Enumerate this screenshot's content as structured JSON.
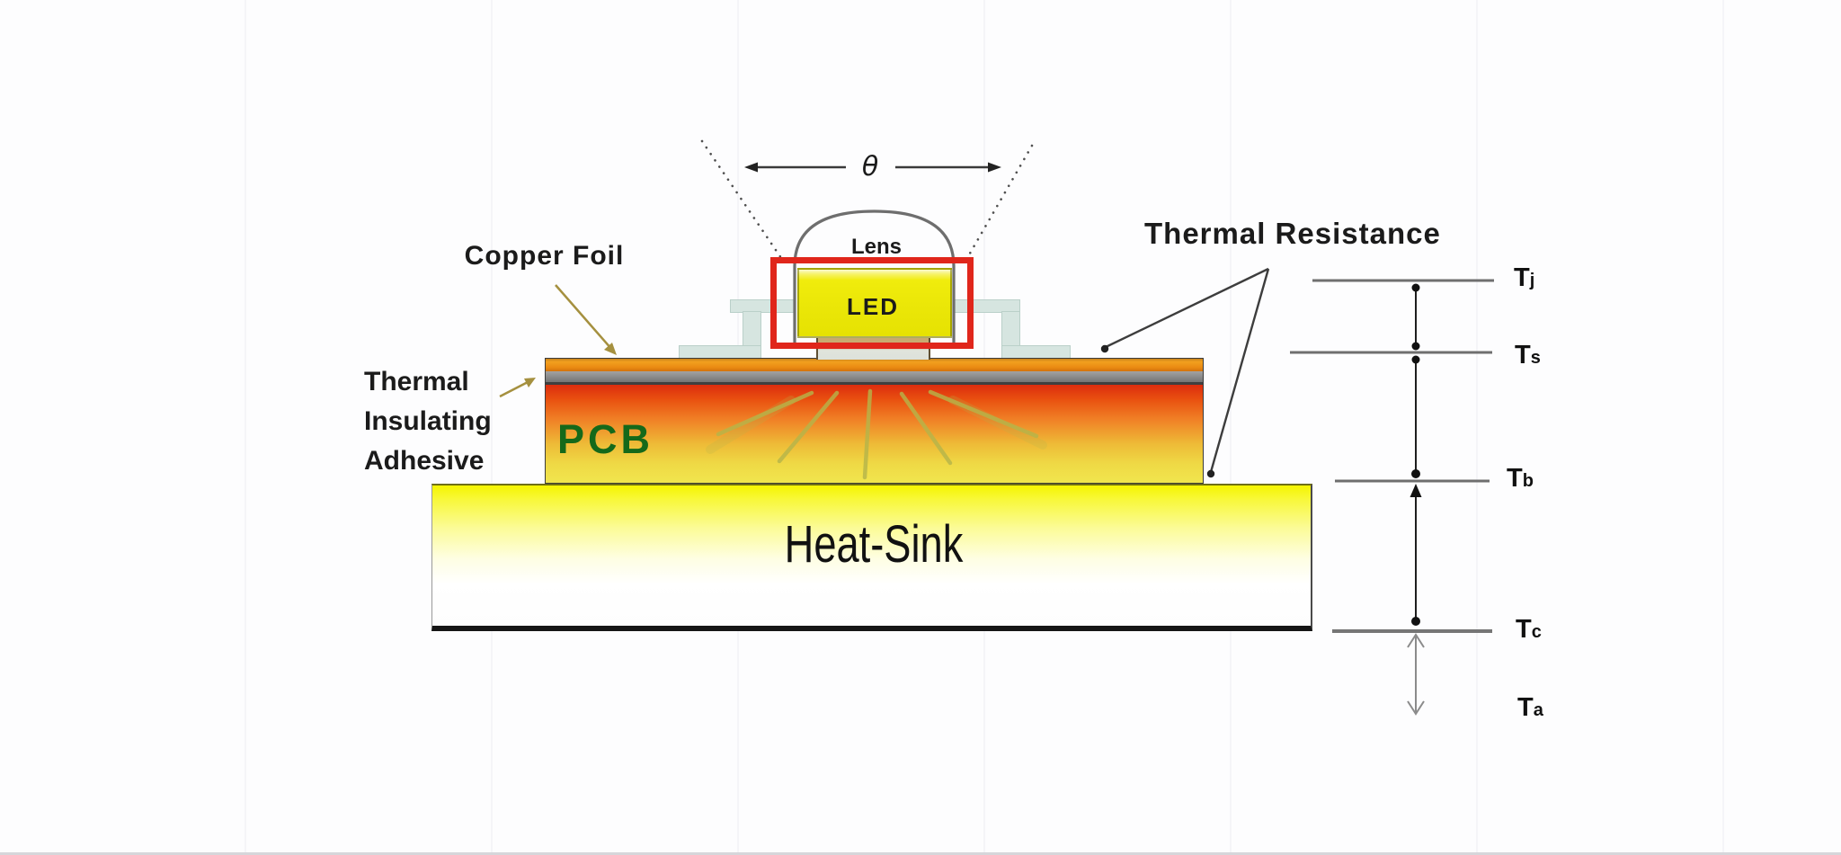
{
  "labels": {
    "copper_foil": "Copper Foil",
    "adhesive_line1": "Thermal",
    "adhesive_line2": "Insulating",
    "adhesive_line3": "Adhesive",
    "pcb": "PCB",
    "heat_sink": "Heat-Sink",
    "lens": "Lens",
    "led": "LED",
    "theta": "θ",
    "thermal_resistance": "Thermal Resistance"
  },
  "thermal_scale": {
    "markers": [
      {
        "main": "T",
        "sub": "j"
      },
      {
        "main": "T",
        "sub": "s"
      },
      {
        "main": "T",
        "sub": "b"
      },
      {
        "main": "T",
        "sub": "c"
      },
      {
        "main": "T",
        "sub": "a"
      }
    ]
  },
  "colors": {
    "led_frame_red": "#e0261b",
    "led_yellow": "#eae607",
    "copper_foil_orange": "#ea8a12",
    "adhesive_gray": "#8b8b8b",
    "pcb_gradient_top_red": "#dc2c0e",
    "pcb_gradient_bottom_yellow": "#f0e64e",
    "heatsink_top_yellow": "#f5f500",
    "pcb_text_green": "#15691a",
    "lead_frame_teal": "#d6e5e0",
    "pointer_arrow_tan": "#a5903f"
  }
}
